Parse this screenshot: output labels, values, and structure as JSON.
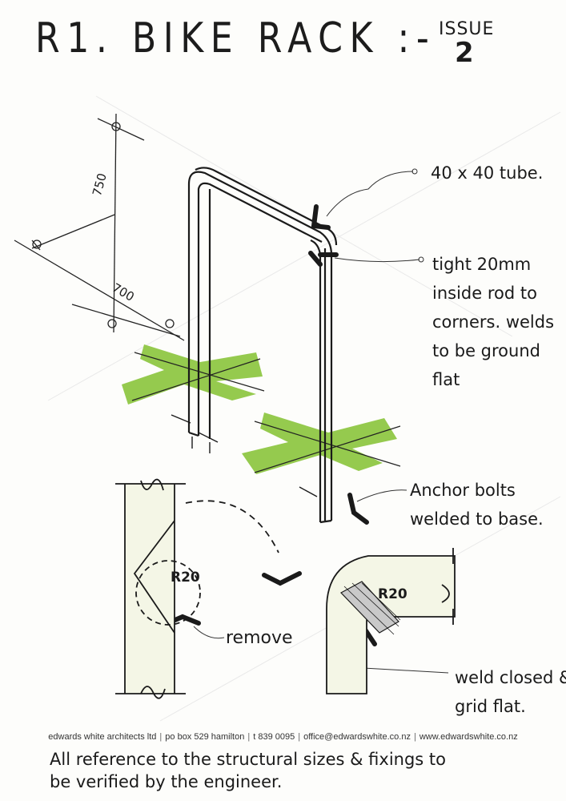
{
  "sheet": {
    "title": "R1. BIKE RACK :-",
    "issue_label": "ISSUE",
    "issue_number": "2"
  },
  "dimensions": {
    "height": "750",
    "width": "700"
  },
  "annotations": {
    "tube": "40 x 40 tube.",
    "rod": "tight 20mm\ninside rod to\ncorners. welds\nto be ground\nflat",
    "anchor": "Anchor bolts\nwelded to base.",
    "remove": "remove",
    "radius_detail_1": "R20",
    "radius_detail_2": "R20",
    "weld": "weld closed &\ngrid flat."
  },
  "footer": {
    "company": "edwards white architects ltd",
    "po_box": "po box 529 hamilton",
    "phone": "t 839 0095",
    "email": "office@edwardswhite.co.nz",
    "website": "www.edwardswhite.co.nz"
  },
  "disclaimer": "All reference to the structural sizes & fixings to\nbe verified by the engineer.",
  "colors": {
    "ink": "#1c1c1c",
    "marker_green": "#8cc63f",
    "tube_fill": "#f4f6e6"
  }
}
